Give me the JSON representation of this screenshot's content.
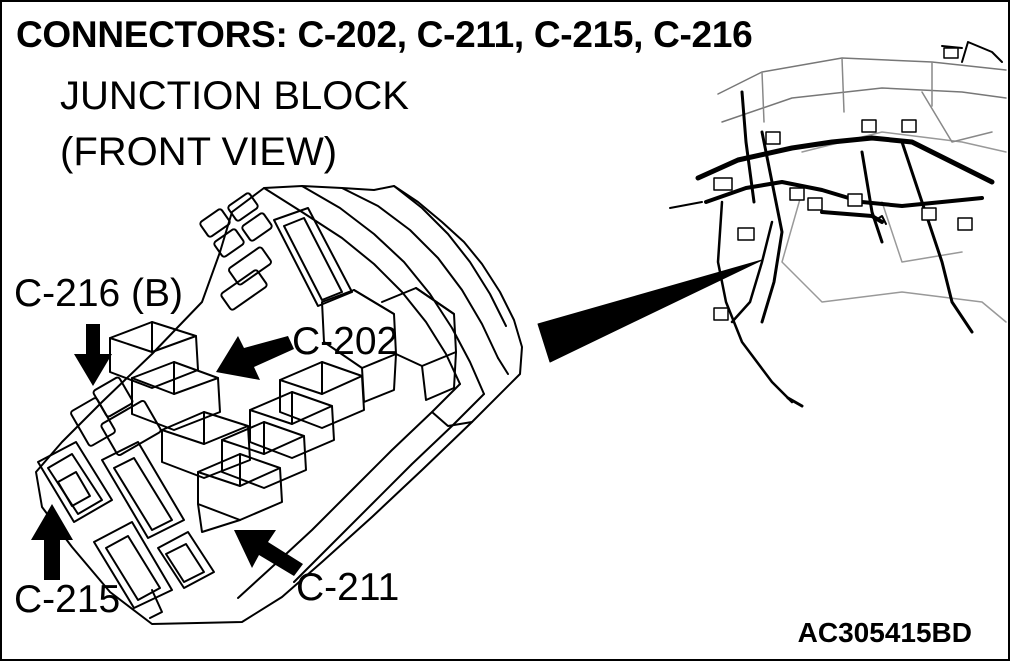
{
  "title": "CONNECTORS: C-202, C-211, C-215, C-216",
  "subtitle_line1": "JUNCTION BLOCK",
  "subtitle_line2": "(FRONT VIEW)",
  "labels": {
    "c216": "C-216 (B)",
    "c202": "C-202",
    "c215": "C-215",
    "c211": "C-211"
  },
  "figure_code": "AC305415BD",
  "colors": {
    "ink": "#000000",
    "background": "#ffffff"
  }
}
